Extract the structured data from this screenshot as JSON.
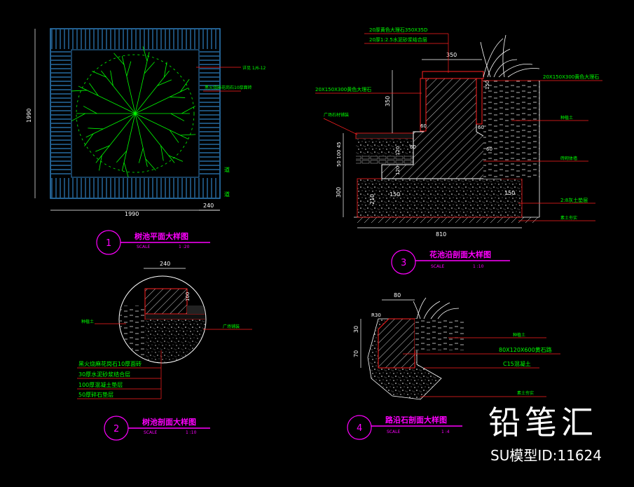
{
  "colors": {
    "background": "#000000",
    "magenta": "#ff00ff",
    "red": "#ff2020",
    "green": "#00ff00",
    "cyan": "#00ffff",
    "blue": "#2f80c0",
    "white": "#ffffff",
    "yellow": "#ffff00"
  },
  "d1": {
    "number": "1",
    "title": "树池平面大样图",
    "scale_label": "SCALE",
    "scale_value": "1 :20",
    "dim_height": "1990",
    "dim_width": "1990",
    "dim_edge": "240",
    "callout_ref": "详见 1/6-12",
    "callout_tile": "黑火烧麻花岗石10厚面砖",
    "label_side": "道",
    "label_side2": "道"
  },
  "d2": {
    "number": "2",
    "title": "树池剖面大样图",
    "scale_label": "SCALE",
    "scale_value": "1 :10",
    "dim_top": "240",
    "dim_curb": "100",
    "label_soil": "种植土",
    "label_paving": "广场铺装",
    "layers": [
      "黑火烧麻花岗石10厚面砖",
      "30厚水泥砂浆结合层",
      "100厚混凝土垫层",
      "50厚碎石垫层"
    ]
  },
  "d3": {
    "number": "3",
    "title": "花池沿剖面大样图",
    "scale_label": "SCALE",
    "scale_value": "1 :10",
    "label_cap": "20厚黄色大理石350X35D",
    "label_mortar": "20厚1:2.5水泥砂浆结合层",
    "label_left": "20X150X300黄色大理石",
    "label_right": "20X150X300黄色大理石",
    "label_paving": "广场石材铺装",
    "label_soil": "种植土",
    "label_wall": "砖砌体墙",
    "label_gravel": "2:8灰土垫层",
    "label_base": "素土夯实",
    "dim_350": "350",
    "dim_v350": "350",
    "dim_150a": "150",
    "dim_60a": "60",
    "dim_60b": "60",
    "dim_60c": "60",
    "dim_120a": "120",
    "dim_120b": "120",
    "dim_150b": "150",
    "dim_150c": "150",
    "dim_210": "210",
    "dim_300": "300",
    "dim_810": "810",
    "dim_stack": "50 100 45",
    "dim_v100": "100"
  },
  "d4": {
    "number": "4",
    "title": "路沿石剖面大样图",
    "scale_label": "SCALE",
    "scale_value": "1 :4",
    "dim_top": "80",
    "dim_r": "R30",
    "dim_30": "30",
    "dim_70": "70",
    "label_soil": "种植土",
    "label_curb": "80X120X600黄石路",
    "label_concrete": "C15混凝土",
    "label_base": "素土夯实"
  },
  "watermark": {
    "brand": "铅笔汇",
    "id_text": "SU模型ID:11624"
  }
}
